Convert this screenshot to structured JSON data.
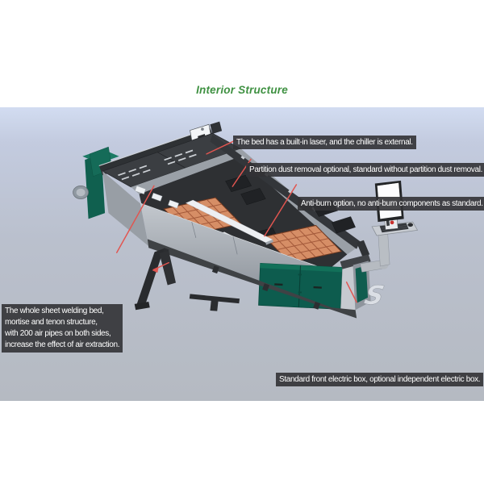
{
  "page": {
    "title": "Interior Structure"
  },
  "callouts": {
    "laser": "The bed has a built-in laser, and the chiller is external.",
    "partition": "Partition dust removal optional, standard without partition dust removal.",
    "antiburn": "Anti-burn option, no anti-burn components as standard.",
    "welding_bed_lines": [
      "The whole sheet welding bed,",
      "mortise and tenon structure,",
      "with 200 air pipes on both sides,",
      "increase the effect of air extraction."
    ],
    "electric_box": "Standard front electric box, optional independent electric box."
  },
  "watermark": "S",
  "colors": {
    "title_green": "#3f9142",
    "callout_bg": "rgba(50,50,53,0.9)",
    "callout_text": "#ffffff",
    "leader_red": "#e25550",
    "machine_teal": "#0d5c4e",
    "pallet_orange": "#d68e66",
    "photo_top": "#d2dcf1",
    "photo_bottom": "#b5bac2"
  }
}
